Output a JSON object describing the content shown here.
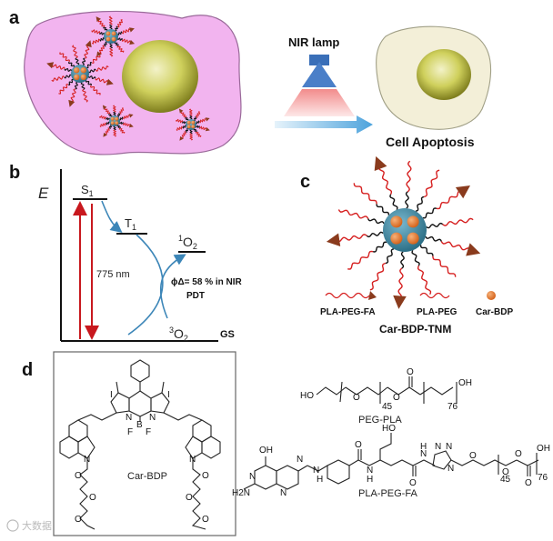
{
  "panels": {
    "a": "a",
    "b": "b",
    "c": "c",
    "d": "d"
  },
  "panel_a": {
    "lamp_label": "NIR lamp",
    "result_label": "Cell Apoptosis"
  },
  "panel_b": {
    "energy_axis": "E",
    "s1": "S1",
    "t1": "T1",
    "singlet_oxygen": "1O2",
    "triplet_oxygen": "3O2",
    "wavelength": "775 nm",
    "quantum_yield": "ϕΔ= 58 % in NIR",
    "pdt": "PDT",
    "ground_state": "GS"
  },
  "panel_c": {
    "legend": [
      {
        "label": "PLA-PEG-FA"
      },
      {
        "label": "PLA-PEG"
      },
      {
        "label": "Car-BDP"
      }
    ],
    "title": "Car-BDP-TNM"
  },
  "panel_d": {
    "car_bdp_label": "Car-BDP",
    "peg_pla_label": "PEG-PLA",
    "pla_peg_fa_label": "PLA-PEG-FA",
    "atoms": {
      "I": "I",
      "N": "N",
      "B": "B",
      "F": "F",
      "O": "O",
      "HO": "HO",
      "OH": "OH",
      "H2N": "H2N",
      "H": "H",
      "n45": "45",
      "n76": "76"
    }
  },
  "watermark": "大数据"
}
